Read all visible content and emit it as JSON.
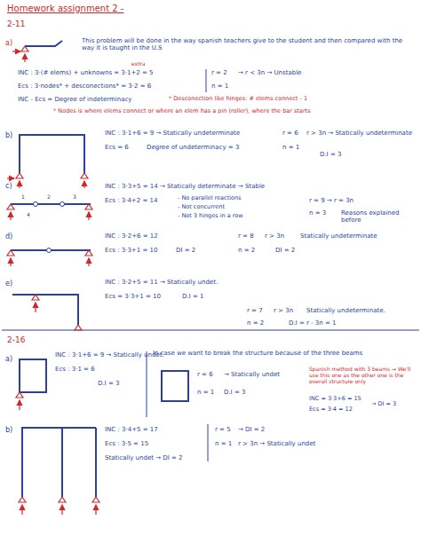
{
  "diagram": {
    "title": "Homework assignment 2 -",
    "labels": [
      "2-11",
      "a)",
      "This problem will be done in the way spanish teachers give to the student and then compared with the way it is taught in the U.S",
      "extra",
      "INC : 3·(# elems) + unknowns = 3·1+2 = 5",
      "Ecs : 3·nodes* + desconections* = 3·2 = 6",
      "INC - Ecs = Degree of indeterminacy",
      "r = 2",
      "→ r < 3n → Unstable",
      "n = 1",
      "* Desconection like hinges: # elems connect - 1",
      "* Nodes is where elems connect or where an elem has a pin (roller), where the bar starts",
      "b)",
      "INC : 3·1+6 = 9 → Statically undeterminate",
      "Ecs = 6",
      "Degree of undeterminacy = 3",
      "r = 6",
      "r > 3n → Statically undeterminate",
      "n = 1",
      "D.I = 3",
      "c)",
      "INC : 3·3+5 = 14 → Statically determinate → Stable",
      "- No parallel reactions",
      "- Not concurrent",
      "- Not 3 hinges in a row",
      "Ecs : 3·4+2 = 14",
      "r = 9 → r = 3n",
      "n = 3",
      "Reasons explained before",
      "d)",
      "INC : 3·2+6 = 12",
      "Ecs : 3·3+1 = 10",
      "DI = 2",
      "r = 8",
      "r > 3n",
      "Statically undeterminate",
      "n = 2",
      "DI = 2",
      "e)",
      "INC : 3·2+5 = 11 → Statically undet.",
      "Ecs = 3·3+1 = 10",
      "D.I = 1",
      "r = 7",
      "r > 3n",
      "Statically undeterminate.",
      "n = 2",
      "D.I = r - 3n = 1",
      "2-16",
      "a)",
      "INC : 3·1+6 = 9 → Statically undet.",
      "Ecs : 3·1 = 6",
      "D.I = 3",
      "In case we want to break the structure because of the three beams",
      "r = 6",
      "→ Statically undet",
      "n = 1",
      "D.I = 3",
      "Spanish method with 3 beams → We'll use this one as the other one is the overall structure only",
      "INC = 3·3+6 = 15",
      "Ecs = 3·4 = 12",
      "→ DI = 3",
      "b)",
      "INC : 3·4+5 = 17",
      "Ecs : 3·5 = 15",
      "Statically undet → DI = 2",
      "r = 5",
      "→ DI = 2",
      "n = 1",
      "r > 3n → Statically undet",
      "1",
      "2",
      "3",
      "4"
    ]
  }
}
